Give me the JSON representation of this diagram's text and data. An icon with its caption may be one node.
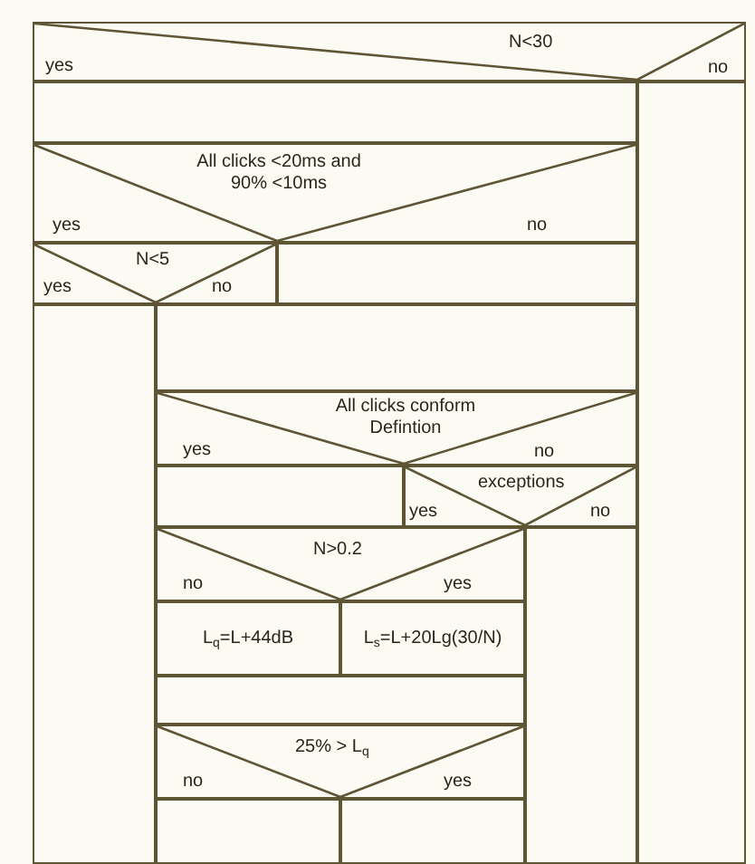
{
  "diagram": {
    "nodes": [
      {
        "text": [
          "N<30",
          "yes",
          "no"
        ]
      },
      {
        "text": [],
        "shape": "box"
      },
      {
        "text": [
          "All clicks <20ms and 90% <10ms",
          "yes",
          "no"
        ]
      },
      {
        "text": [
          "N<5",
          "yes",
          "no"
        ]
      },
      {
        "text": [],
        "shape": "box"
      },
      {
        "text": [],
        "shape": "box"
      },
      {
        "text": [
          "All clicks conform Defintion",
          "yes",
          "no"
        ]
      },
      {
        "text": [],
        "shape": "box"
      },
      {
        "text": [
          "exceptions",
          "yes",
          "no"
        ]
      },
      {
        "text": [
          "N>0.2",
          "no",
          "yes"
        ]
      },
      {
        "text": [
          "L$_{q}$=L+44dB"
        ]
      },
      {
        "text": [
          "L$_{s}$=L+20Lg(30/N)"
        ]
      },
      {
        "text": [],
        "shape": "box"
      },
      {
        "text": [
          "25% > L$_{q}$",
          "no",
          "yes"
        ]
      },
      {
        "text": [],
        "shape": "box"
      },
      {
        "text": [],
        "shape": "box"
      },
      {
        "text": [],
        "shape": "box"
      },
      {
        "text": [],
        "shape": "box"
      },
      {
        "text": [],
        "shape": "box"
      }
    ]
  }
}
